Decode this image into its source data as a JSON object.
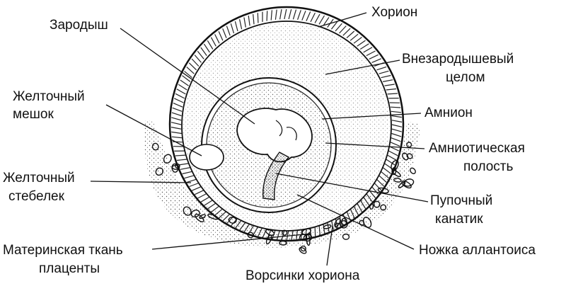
{
  "labels": {
    "chorion": "Хорион",
    "embryo": "Зародыш",
    "exocoelom_1": "Внезародышевый",
    "exocoelom_2": "целом",
    "yolk_sac_1": "Желточный",
    "yolk_sac_2": "мешок",
    "amnion": "Амнион",
    "amniotic_cavity_1": "Амниотическая",
    "amniotic_cavity_2": "полость",
    "yolk_stalk_1": "Желточный",
    "yolk_stalk_2": "стебелек",
    "umbilical_cord_1": "Пупочный",
    "umbilical_cord_2": "канатик",
    "maternal_tissue_1": "Материнская ткань",
    "maternal_tissue_2": "плаценты",
    "allantois_stalk": "Ножка аллантоиса",
    "chorion_villi": "Ворсинки хориона"
  },
  "colors": {
    "ink": "#111111",
    "stipple": "#555555"
  }
}
